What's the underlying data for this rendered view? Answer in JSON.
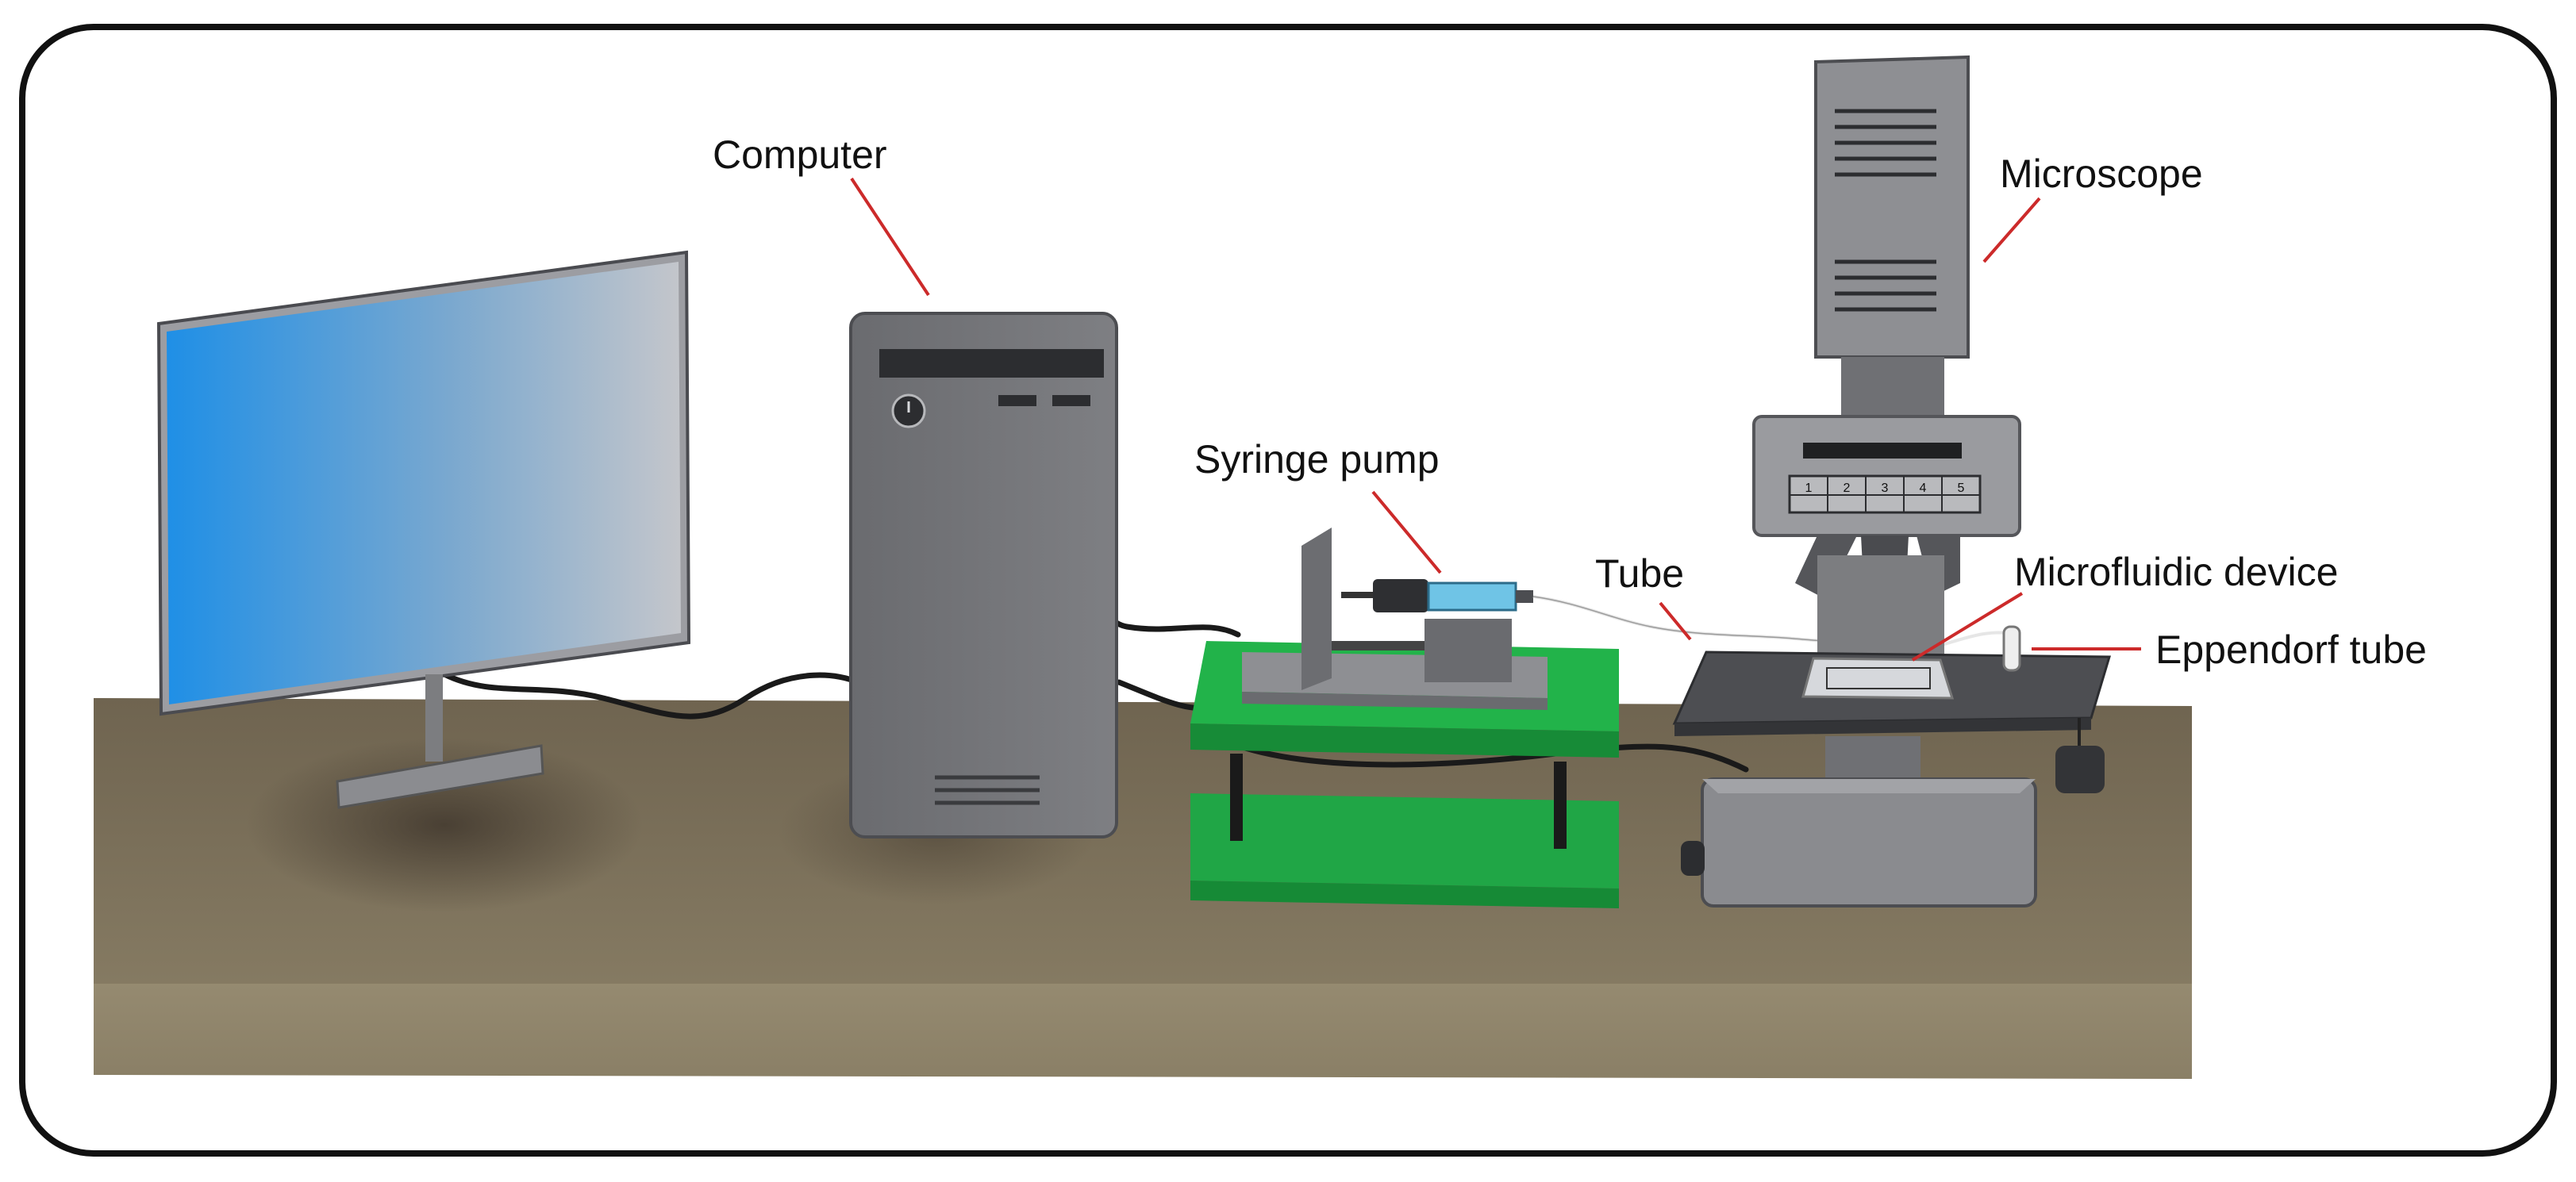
{
  "labels": {
    "computer": "Computer",
    "microscope": "Microscope",
    "syringe_pump": "Syringe pump",
    "tube": "Tube",
    "microfluidic_device": "Microfluidic device",
    "eppendorf_tube": "Eppendorf tube"
  },
  "microscope_panel": {
    "buttons": [
      "1",
      "2",
      "3",
      "4",
      "5"
    ]
  },
  "colors": {
    "leader_line": "#cc2a2a",
    "monitor_screen": "#1f8fe6",
    "pump_base": "#22b34a",
    "table_top": "#7a6e58",
    "table_front": "#8f836a",
    "device_gray": "#7c7d80"
  },
  "icons": [
    "power-icon"
  ]
}
